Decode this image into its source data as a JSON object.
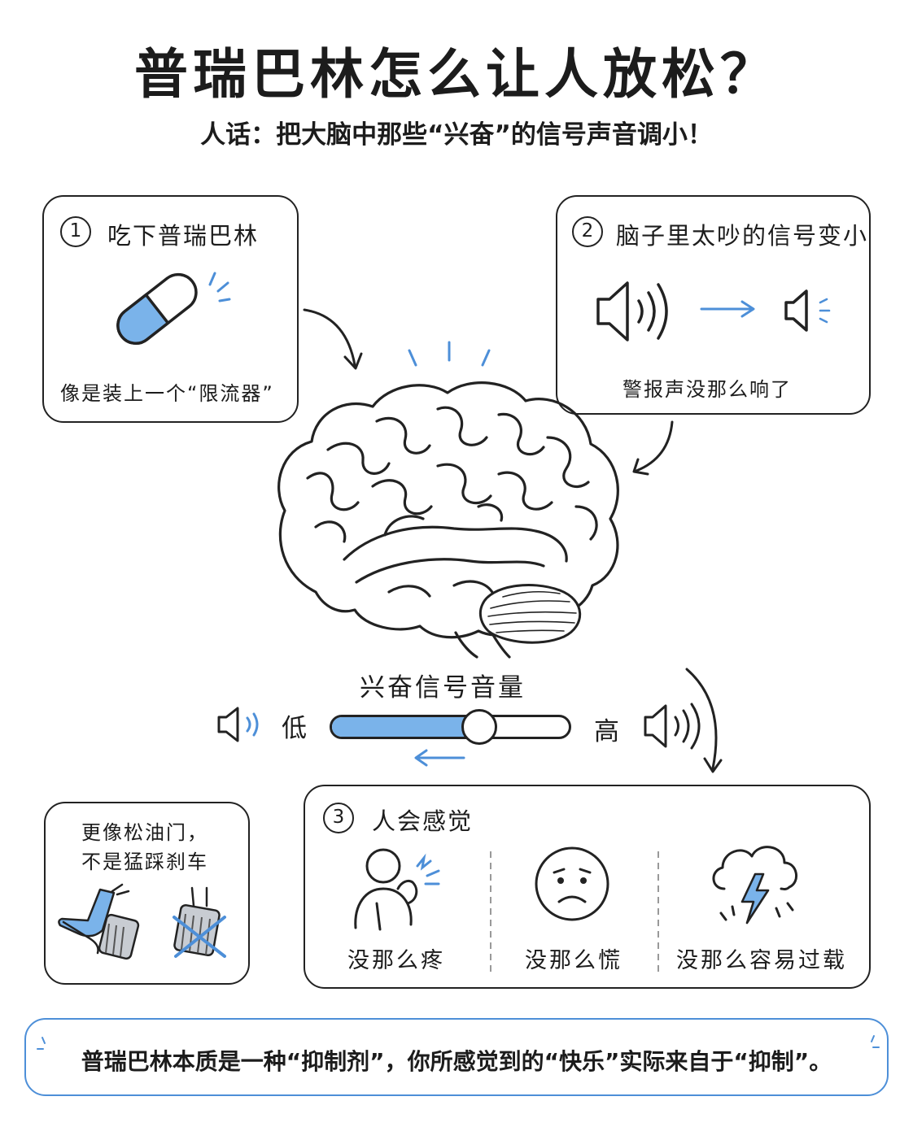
{
  "header": {
    "title": "普瑞巴林怎么让人放松？",
    "subtitle": "人话：把大脑中那些“兴奋”的信号声音调小！"
  },
  "step1": {
    "number": "1",
    "title": "吃下普瑞巴林",
    "caption": "像是装上一个“限流器”"
  },
  "step2": {
    "number": "2",
    "title": "脑子里太吵的信号变小",
    "caption": "警报声没那么响了"
  },
  "volume": {
    "title": "兴奋信号音量",
    "low_label": "低",
    "high_label": "高",
    "level_percent": 62
  },
  "side_note": {
    "line1": "更像松油门，",
    "line2": "不是猛踩刹车"
  },
  "step3": {
    "number": "3",
    "title": "人会感觉",
    "items": [
      {
        "label": "没那么疼",
        "icon": "person-pain-icon"
      },
      {
        "label": "没那么慌",
        "icon": "worried-face-icon"
      },
      {
        "label": "没那么容易过载",
        "icon": "storm-cloud-icon"
      }
    ]
  },
  "footer": {
    "text": "普瑞巴林本质是一种“抑制剂”，你所感觉到的“快乐”实际来自于“抑制”。"
  },
  "colors": {
    "accent": "#7ab3ea",
    "accent_line": "#4d8fd8",
    "ink": "#222222"
  }
}
